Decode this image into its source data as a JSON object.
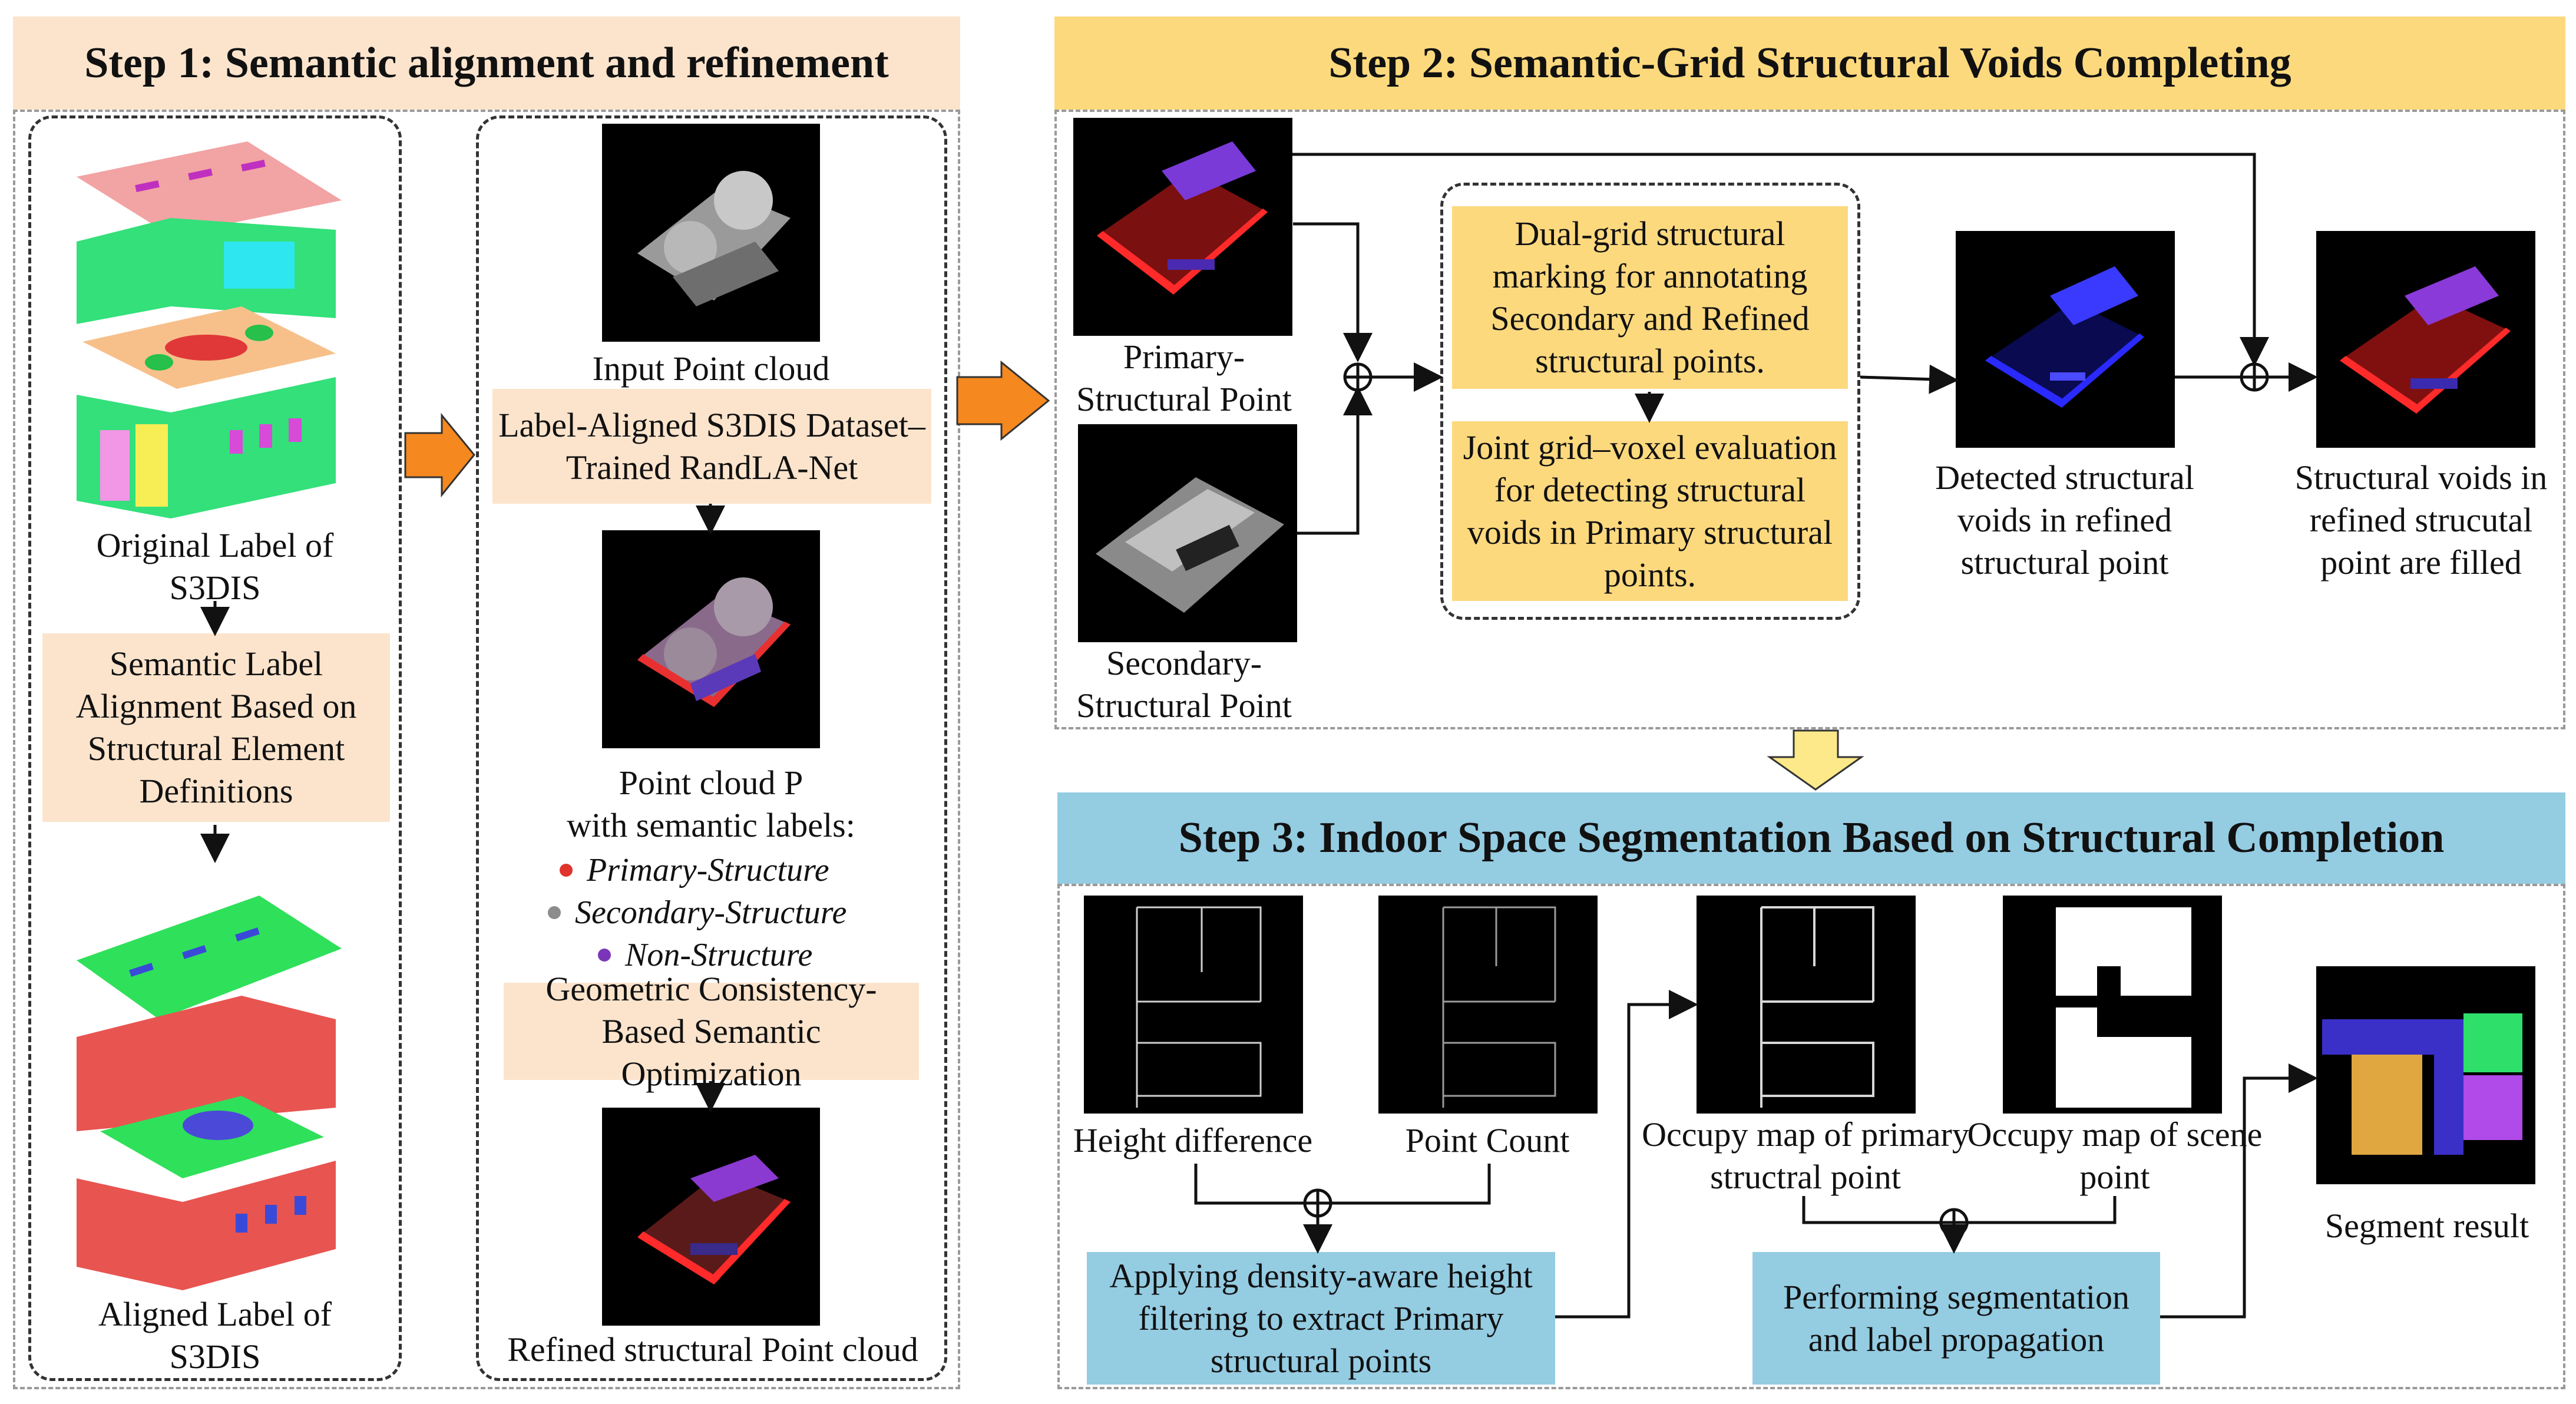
{
  "step1": {
    "title": "Step 1: Semantic alignment and refinement",
    "left": {
      "original_label": "Original Label of S3DIS",
      "alignment_box": "Semantic Label Alignment Based on Structural Element Definitions",
      "aligned_label": "Aligned Label of S3DIS"
    },
    "right": {
      "input_caption": "Input Point cloud",
      "randla_box": "Label-Aligned S3DIS Dataset–Trained RandLA-Net",
      "point_cloud_caption_1": "Point cloud P",
      "point_cloud_caption_2": "with semantic labels:",
      "legend": [
        {
          "label": "Primary-Structure",
          "color": "#e0332b"
        },
        {
          "label": "Secondary-Structure",
          "color": "#8c8c8c"
        },
        {
          "label": "Non-Structure",
          "color": "#7a35b8"
        }
      ],
      "optimization_box": "Geometric Consistency-Based Semantic Optimization",
      "refined_caption": "Refined structural Point cloud"
    }
  },
  "step2": {
    "title": "Step 2: Semantic-Grid Structural Voids Completing",
    "primary_caption": "Primary-Structural Point",
    "secondary_caption": "Secondary-Structural Point",
    "marking_box": "Dual-grid structural marking for annotating Secondary and Refined structural points.",
    "evaluation_box": "Joint grid–voxel evaluation for detecting structural voids in Primary structural points.",
    "detected_caption": "Detected structural voids in refined structural point",
    "filled_caption": "Structural voids in refined strucutal point are filled"
  },
  "step3": {
    "title": "Step 3: Indoor Space Segmentation Based on Structural Completion",
    "height_caption": "Height difference",
    "count_caption": "Point Count",
    "density_box": "Applying density-aware height filtering to extract Primary structural points",
    "occupy_primary_caption": "Occupy map of primary structral point",
    "occupy_scene_caption": "Occupy map of scene point",
    "segmentation_box": "Performing segmentation and label propagation",
    "segment_caption": "Segment result"
  },
  "colors": {
    "step1_header": "#fce4cc",
    "step2_header": "#fdd97e",
    "step3_header": "#94cce2",
    "arrow_orange": "#f5881f",
    "arrow_yellow": "#fde98a"
  }
}
